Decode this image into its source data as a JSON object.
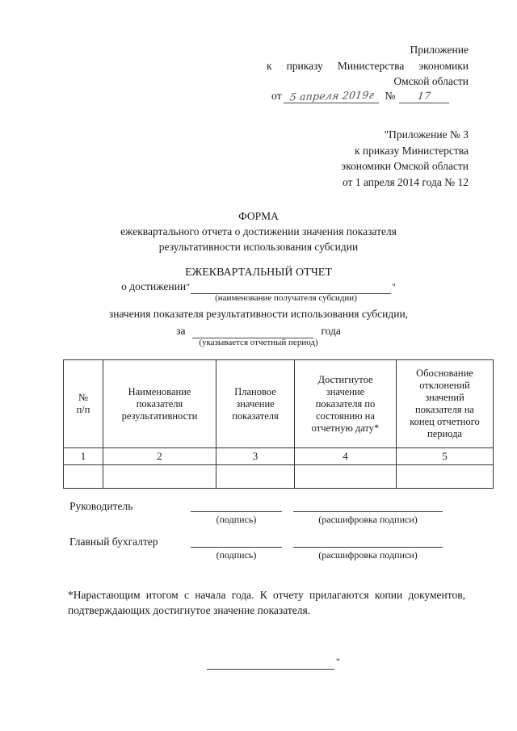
{
  "document": {
    "header_order": {
      "line1": "Приложение",
      "line2_left": "к",
      "line2_mid": "приказу",
      "line2_a": "Министерства",
      "line2_b": "экономики",
      "line3": "Омской области",
      "date_label": "от",
      "date_handwritten": "5 апреля 2019г",
      "number_label": "№",
      "number_handwritten": "17"
    },
    "header_appendix": {
      "line1": "\"Приложение № 3",
      "line2": "к приказу Министерства",
      "line3": "экономики Омской области",
      "line4": "от 1 апреля 2014 года № 12"
    },
    "form_title": {
      "line1": "ФОРМА",
      "line2": "ежеквартального отчета о достижении значения показателя",
      "line3": "результативности использования субсидии"
    },
    "report_title": {
      "heading": "ЕЖЕКВАРТАЛЬНЫЙ ОТЧЕТ",
      "achievement_label": "о достижении",
      "quote_open": "\"",
      "quote_close": "\"",
      "recipient_caption": "(наименование получателя субсидии)",
      "subtitle": "значения показателя результативности использования субсидии,",
      "for_label": "за",
      "year_label": "года",
      "period_caption": "(указывается отчетный период)"
    },
    "table": {
      "headers": [
        "№\nп/п",
        "Наименование показателя результативности",
        "Плановое значение показателя",
        "Достигнутое значение показателя по состоянию на отчетную дату*",
        "Обоснование отклонений значений показателя на конец отчетного периода"
      ],
      "header_lines": [
        [
          "№",
          "п/п"
        ],
        [
          "Наименование",
          "показателя",
          "результативности"
        ],
        [
          "Плановое",
          "значение",
          "показателя"
        ],
        [
          "Достигнутое",
          "значение",
          "показателя по",
          "состоянию на",
          "отчетную дату*"
        ],
        [
          "Обоснование",
          "отклонений",
          "значений",
          "показателя на",
          "конец отчетного",
          "периода"
        ]
      ],
      "number_row": [
        "1",
        "2",
        "3",
        "4",
        "5"
      ],
      "blank_row": [
        "",
        "",
        "",
        "",
        ""
      ]
    },
    "signatures": [
      {
        "role": "Руководитель",
        "caption_signature": "(подпись)",
        "caption_transcript": "(расшифровка подписи)"
      },
      {
        "role": "Главный бухгалтер",
        "caption_signature": "(подпись)",
        "caption_transcript": "(расшифровка подписи)"
      }
    ],
    "footnote": "*Нарастающим итогом с начала года. К отчету прилагаются копии документов, подтверждающих достигнутое значение показателя.",
    "closing": {
      "quote": "\""
    }
  },
  "colors": {
    "background": "#ffffff",
    "text": "#1a1a1a",
    "rule": "#3a3a3a",
    "table_border": "#333333",
    "handwriting": "#3b3b46"
  }
}
